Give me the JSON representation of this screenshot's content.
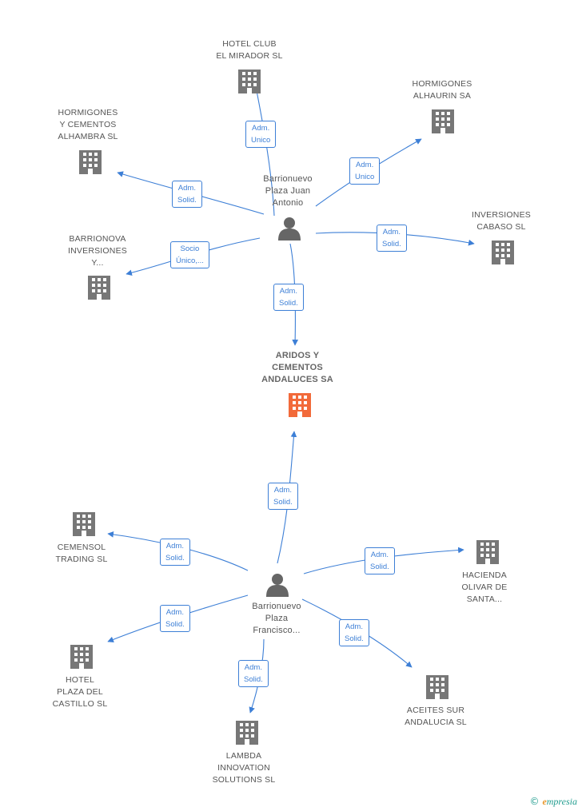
{
  "colors": {
    "edge": "#3d7fd6",
    "building": "#777777",
    "main_building": "#f26a3a",
    "person": "#666666"
  },
  "nodes": {
    "main": {
      "label_lines": [
        "ARIDOS Y",
        "CEMENTOS",
        "ANDALUCES SA"
      ],
      "icon": "building-icon-highlight"
    },
    "person1": {
      "label_lines": [
        "Barrionuevo",
        "Plaza Juan",
        "Antonio"
      ],
      "icon": "person-icon"
    },
    "person2": {
      "label_lines": [
        "Barrionuevo",
        "Plaza",
        "Francisco..."
      ],
      "icon": "person-icon"
    },
    "hotel_club": {
      "label_lines": [
        "HOTEL CLUB",
        "EL MIRADOR SL"
      ],
      "icon": "building-icon"
    },
    "hormigones_alhaurin": {
      "label_lines": [
        "HORMIGONES",
        "ALHAURIN SA"
      ],
      "icon": "building-icon"
    },
    "hormigones_alhambra": {
      "label_lines": [
        "HORMIGONES",
        "Y CEMENTOS",
        "ALHAMBRA SL"
      ],
      "icon": "building-icon"
    },
    "inversiones_cabaso": {
      "label_lines": [
        "INVERSIONES",
        "CABASO SL"
      ],
      "icon": "building-icon"
    },
    "barrionova": {
      "label_lines": [
        "BARRIONOVA",
        "INVERSIONES",
        "Y..."
      ],
      "icon": "building-icon"
    },
    "cemensol": {
      "label_lines": [
        "CEMENSOL",
        "TRADING  SL"
      ],
      "icon": "building-icon"
    },
    "hacienda": {
      "label_lines": [
        "HACIENDA",
        "OLIVAR DE",
        "SANTA..."
      ],
      "icon": "building-icon"
    },
    "hotel_plaza": {
      "label_lines": [
        "HOTEL",
        "PLAZA DEL",
        "CASTILLO SL"
      ],
      "icon": "building-icon"
    },
    "aceites": {
      "label_lines": [
        "ACEITES SUR",
        "ANDALUCIA SL"
      ],
      "icon": "building-icon"
    },
    "lambda": {
      "label_lines": [
        "LAMBDA",
        "INNOVATION",
        "SOLUTIONS  SL"
      ],
      "icon": "building-icon"
    }
  },
  "edges": {
    "p1_hotel_club": {
      "label_lines": [
        "Adm.",
        "Unico"
      ]
    },
    "p1_alhaurin": {
      "label_lines": [
        "Adm.",
        "Unico"
      ]
    },
    "p1_alhambra": {
      "label_lines": [
        "Adm.",
        "Solid."
      ]
    },
    "p1_cabaso": {
      "label_lines": [
        "Adm.",
        "Solid."
      ]
    },
    "p1_barrionova": {
      "label_lines": [
        "Socio",
        "Único,..."
      ]
    },
    "p1_main": {
      "label_lines": [
        "Adm.",
        "Solid."
      ]
    },
    "p2_main": {
      "label_lines": [
        "Adm.",
        "Solid."
      ]
    },
    "p2_cemensol": {
      "label_lines": [
        "Adm.",
        "Solid."
      ]
    },
    "p2_hacienda": {
      "label_lines": [
        "Adm.",
        "Solid."
      ]
    },
    "p2_hotel_plaza": {
      "label_lines": [
        "Adm.",
        "Solid."
      ]
    },
    "p2_aceites": {
      "label_lines": [
        "Adm.",
        "Solid."
      ]
    },
    "p2_lambda": {
      "label_lines": [
        "Adm.",
        "Solid."
      ]
    }
  },
  "brand": {
    "copyright": "©",
    "first_letter": "e",
    "rest": "mpresia"
  }
}
